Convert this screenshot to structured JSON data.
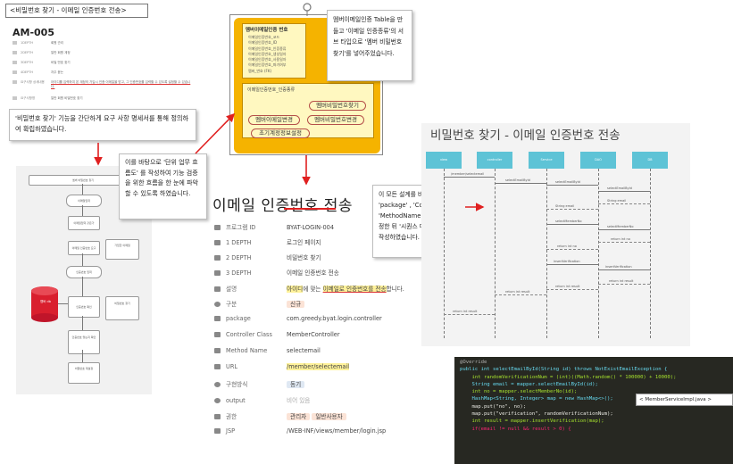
{
  "top_left": {
    "title": "<비밀번호 찾기 - 이메일 인증번호 전송>",
    "spec_id": "AM-005",
    "spec_rows": [
      {
        "label": "1DEPTH",
        "value": "회원 관리"
      },
      {
        "label": "2DEPTH",
        "value": "일반 회원 계정"
      },
      {
        "label": "3DEPTH",
        "value": "비밀 번호 찾기"
      },
      {
        "label": "4DEPTH",
        "value": "자주 묻는"
      },
      {
        "label": "요구사항 상세내용",
        "value": "아이디를 입력하여 본 계정의 가입시 인증 이메일을 받고, 그 인증번호를 입력할 수 있도록 설정할 수 있습니다."
      },
      {
        "label": "요구사항명",
        "value": "일반 회원 비밀번호 찾기"
      }
    ],
    "callout": "'비밀번호 찾기' 기능을 간단하게 요구 사항 명세서를 통해 정의하여 확립하였습니다."
  },
  "flow": {
    "nodes": [
      "멤버 비밀번호 찾기",
      "이메일입력",
      "이메일입력 같은가",
      "가입한 이메일",
      "이메일 인증번호 요구",
      "인증번호 입력",
      "인증번호 확인",
      "비밀번호 찾기",
      "인증번호 맞는지 확인",
      "비밀번호 재설정",
      "멤버 db"
    ],
    "callout": "이를 바탕으로 '단위 업무 흐름도' 를 작성하여 기능 검증을 위한 흐름을 한 눈에 파악할 수 있도록 하였습니다."
  },
  "panel": {
    "top_title": "멤버이메일인증 번호",
    "top_items": [
      "이메일인증번호_코드",
      "이메일인증번호_ID",
      "이메일인증번호_인증종류",
      "이메일인증번호_생성일자",
      "이메일인증번호_사용일자",
      "이메일인증번호_파기여부",
      "멤버_번호 (FK)"
    ],
    "bottom_title": "이메일인증번호_인증종류",
    "buttons": [
      "멤버비밀번호찾기",
      "멤버이메일변경",
      "멤버비밀번호변경",
      "초기계정정보설정"
    ],
    "callout": "멤버이메일인증 Table을 만들고 '이메일 인증종류'의 서브 타입으로 '멤버 비밀번호 찾기'를 넣어주었습니다."
  },
  "main": {
    "title": "이메일 인증번호 전송",
    "rows": [
      {
        "label": "프로그램 ID",
        "value": "BYAT-LOGIN-004"
      },
      {
        "label": "1 DEPTH",
        "value": "로그인 페이지"
      },
      {
        "label": "2 DEPTH",
        "value": "비밀번호 찾기"
      },
      {
        "label": "3 DEPTH",
        "value": "이메일 인증번호 전송"
      },
      {
        "label": "설명",
        "value_a": "아이디",
        "value_b": "에 맞는 ",
        "value_c": "이메일로 인증번호를 전송",
        "value_d": "합니다."
      },
      {
        "label": "구분",
        "value": "신규"
      },
      {
        "label": "package",
        "value": "com.greedy.byat.login.controller"
      },
      {
        "label": "Controller Class",
        "value": "MemberController"
      },
      {
        "label": "Method Name",
        "value": "selectemail"
      },
      {
        "label": "URL",
        "value": "/member/selectemail"
      },
      {
        "label": "구현방식",
        "value": "동기"
      },
      {
        "label": "output",
        "value": "비어 있음"
      },
      {
        "label": "권한",
        "value_a": "관리자",
        "value_b": "일반사용자"
      },
      {
        "label": "JSP",
        "value": "/WEB-INF/views/member/login.jsp"
      }
    ],
    "callout": "이 모든 설계를 바탕으로 'package' , 'Controller' , 'MethodName' , 'URL' 등을 정한 뒤 '시퀀스 다이어그램'을 작성하였습니다."
  },
  "sequence": {
    "title": "비밀번호 찾기 - 이메일 인증번호 전송",
    "actors": [
      "view",
      "controller",
      "Service",
      "DAO",
      "DB"
    ],
    "messages": [
      "/member/selectemail",
      "selectEmailById",
      "selectEmailById",
      "selectEmailById",
      "String email",
      "String email",
      "selectMemberNo",
      "selectMemberNo",
      "return int no",
      "return int no",
      "insertVerification",
      "insertVerification",
      "return int result",
      "return int result",
      "return int result",
      "return int result"
    ]
  },
  "code": {
    "lines": [
      "@Override",
      "public int selectEmailById(String id) throws NotExistEmailException {",
      "    int randomVerificationNum = (int)((Math.random() * 100000) + 10000);",
      "    String email = mapper.selectEmailById(id);",
      "    int no = mapper.selectMemberNo(id);",
      "    HashMap<String, Integer> map = new HashMap<>();",
      "    map.put(\"no\", no);",
      "    map.put(\"verification\", randomVerificationNum);",
      "    int result = mapper.insertVerification(map);",
      "    if(email != null && result > 0) {"
    ],
    "tag": "< MemberServiceImpl.java >"
  },
  "colors": {
    "accent": "#f5b300",
    "arrow": "#e02020",
    "actor": "#5ec3d6",
    "highlight": "#fff29a"
  }
}
